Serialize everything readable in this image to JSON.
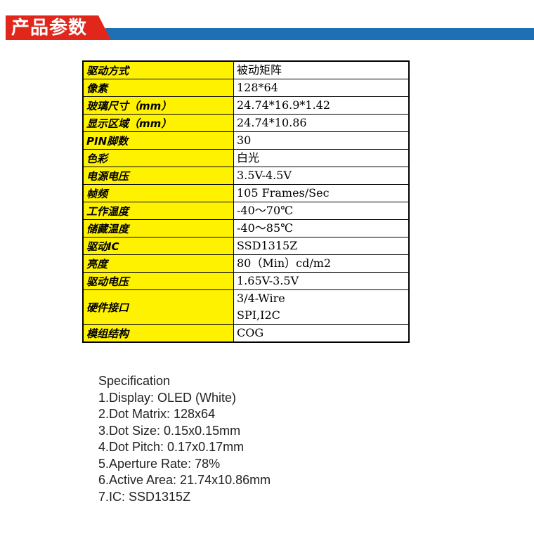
{
  "header": {
    "title": "产品参数"
  },
  "spec_table": {
    "rows": [
      {
        "label": "驱动方式",
        "value": [
          "被动矩阵"
        ]
      },
      {
        "label": "像素",
        "value": [
          "128*64"
        ]
      },
      {
        "label": "玻璃尺寸（mm）",
        "value": [
          "24.74*16.9*1.42"
        ]
      },
      {
        "label": "显示区域（mm）",
        "value": [
          "24.74*10.86"
        ]
      },
      {
        "label": "PIN脚数",
        "value": [
          "30"
        ]
      },
      {
        "label": "色彩",
        "value": [
          "白光"
        ]
      },
      {
        "label": "电源电压",
        "value": [
          "3.5V-4.5V"
        ]
      },
      {
        "label": "帧频",
        "value": [
          "105 Frames/Sec"
        ]
      },
      {
        "label": "工作温度",
        "value": [
          "-40～70℃"
        ]
      },
      {
        "label": "储藏温度",
        "value": [
          "-40～85℃"
        ]
      },
      {
        "label": "驱动IC",
        "value": [
          "SSD1315Z"
        ]
      },
      {
        "label": "亮度",
        "value": [
          "80（Min）cd/m2"
        ]
      },
      {
        "label": "驱动电压",
        "value": [
          "1.65V-3.5V"
        ]
      },
      {
        "label": "硬件接口",
        "value": [
          "3/4-Wire",
          "SPI,I2C"
        ]
      },
      {
        "label": "模组结构",
        "value": [
          "COG"
        ]
      }
    ]
  },
  "specification": {
    "heading": "Specification",
    "items": [
      "1.Display: OLED (White)",
      "2.Dot Matrix: 128x64",
      "3.Dot Size: 0.15x0.15mm",
      "4.Dot Pitch: 0.17x0.17mm",
      "5.Aperture Rate: 78%",
      "6.Active Area: 21.74x10.86mm",
      "7.IC:  SSD1315Z"
    ]
  }
}
